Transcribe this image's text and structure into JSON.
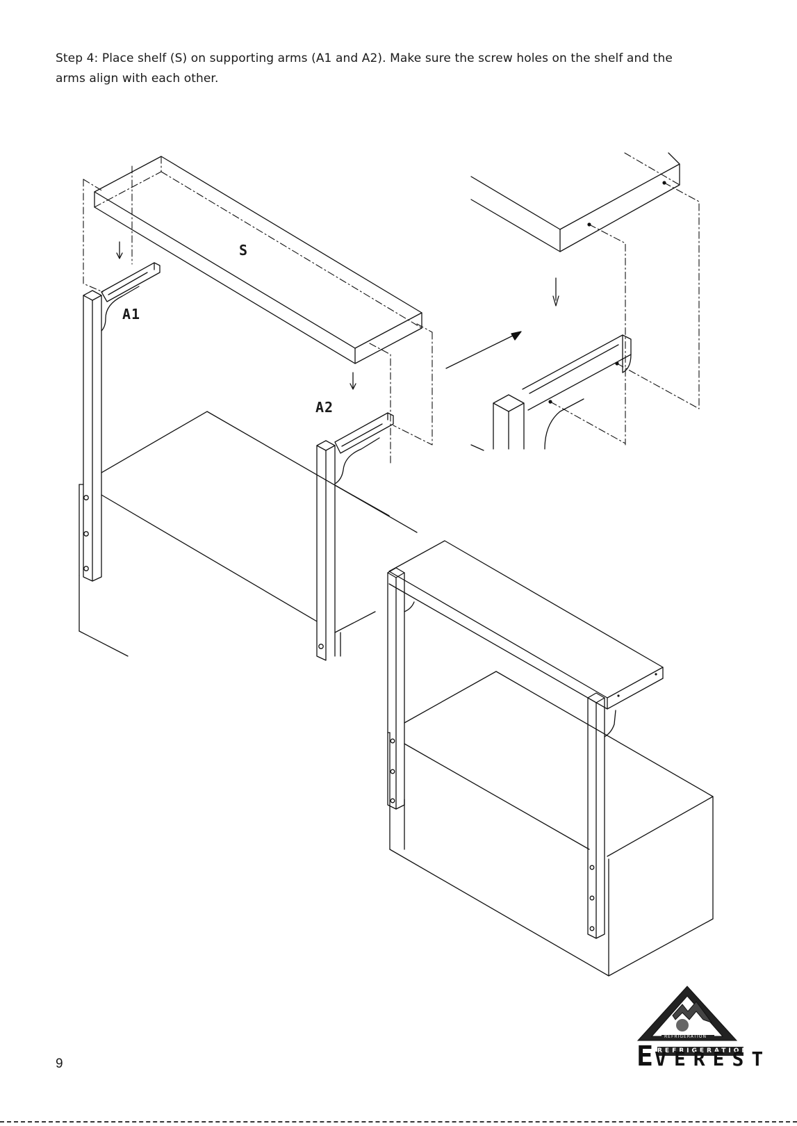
{
  "instruction": "Step 4: Place shelf (S) on supporting arms (A1 and A2). Make sure the screw holes on the shelf and the arms align with each other.",
  "labels": {
    "shelf": "S",
    "arm_left": "A1",
    "arm_right": "A2"
  },
  "page_number": "9",
  "logo": {
    "ring_text_left": "EVEREST",
    "ring_text_right": "EVEREST",
    "ring_text_bottom": "REFRIGERATION",
    "sub": "REFRIGERATION",
    "word": "EVEREST"
  },
  "colors": {
    "ink": "#111111",
    "background": "#ffffff"
  }
}
